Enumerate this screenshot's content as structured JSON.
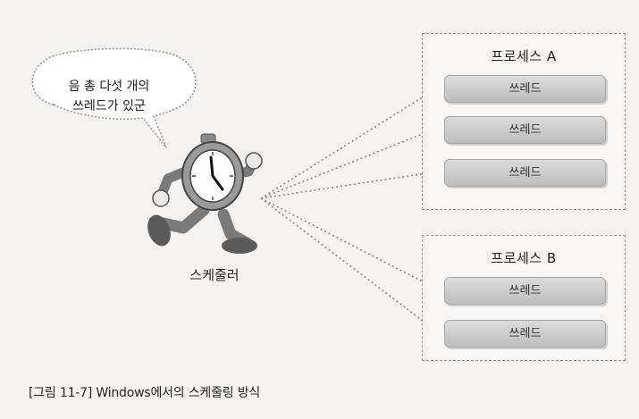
{
  "speech_bubble": {
    "line1": "음 총 다섯 개의",
    "line2": "쓰레드가 있군"
  },
  "scheduler": {
    "label": "스케줄러"
  },
  "process_a": {
    "title": "프로세스 A",
    "threads": [
      "쓰레드",
      "쓰레드",
      "쓰레드"
    ]
  },
  "process_b": {
    "title": "프로세스 B",
    "threads": [
      "쓰레드",
      "쓰레드"
    ]
  },
  "caption": "[그림 11-7] Windows에서의 스케줄링 방식"
}
